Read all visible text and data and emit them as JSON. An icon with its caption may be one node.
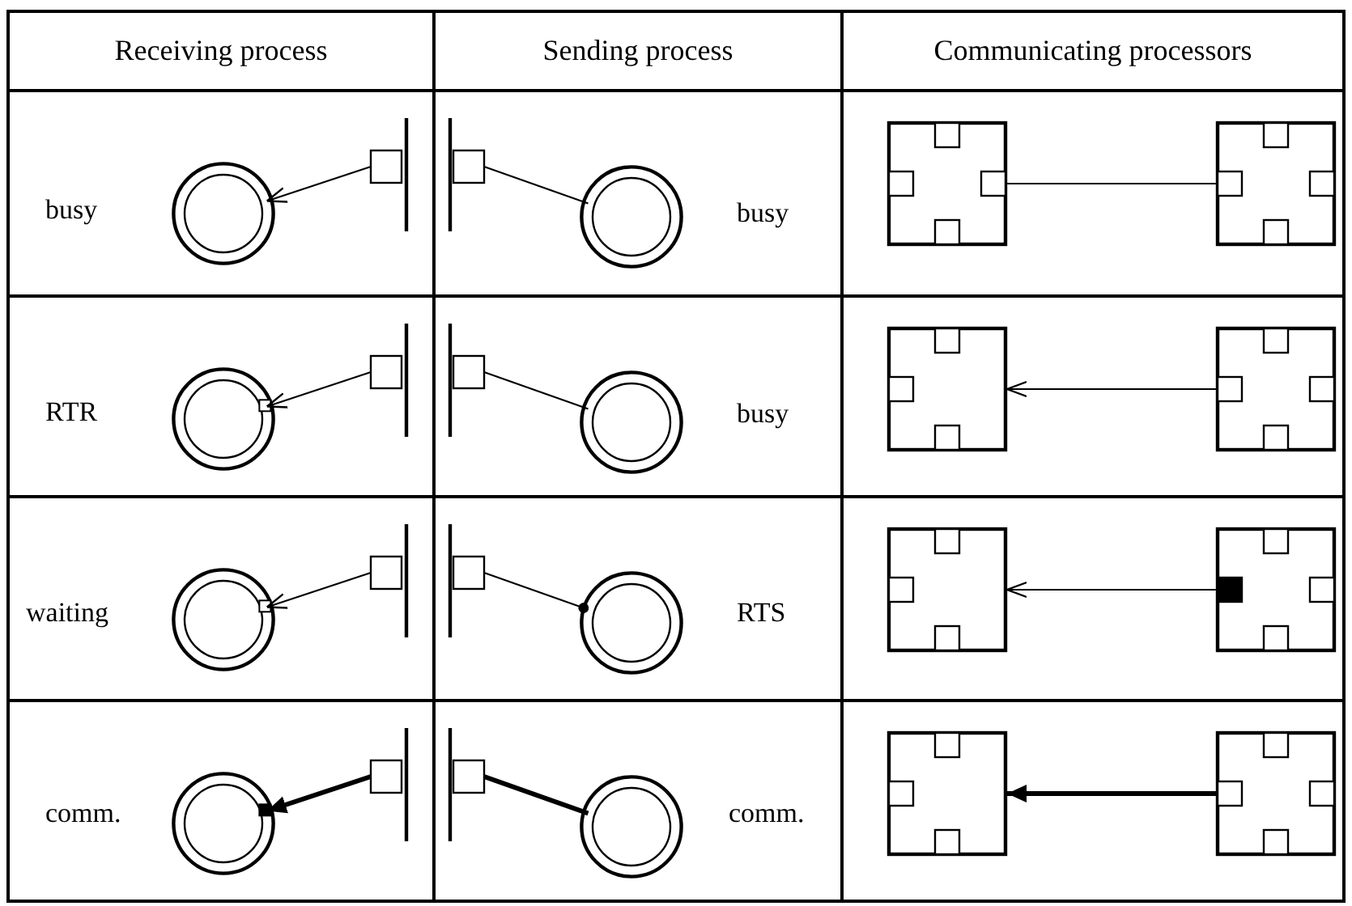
{
  "diagram": {
    "nodes": [
      {
        "text": [],
        "shape": "circle"
      },
      {
        "text": [],
        "shape": "bar"
      },
      {
        "text": [],
        "shape": "bar"
      },
      {
        "text": [],
        "shape": "circle"
      },
      {
        "text": [],
        "shape": "box"
      },
      {
        "text": [],
        "shape": "box"
      },
      {
        "text": [],
        "shape": "circle"
      },
      {
        "text": [],
        "shape": "bar"
      },
      {
        "text": [],
        "shape": "bar"
      },
      {
        "text": [],
        "shape": "circle"
      },
      {
        "text": [],
        "shape": "box"
      },
      {
        "text": [],
        "shape": "box"
      },
      {
        "text": [],
        "shape": "circle"
      },
      {
        "text": [],
        "shape": "bar"
      },
      {
        "text": [],
        "shape": "bar"
      },
      {
        "text": [],
        "shape": "circle"
      },
      {
        "text": [],
        "shape": "box"
      },
      {
        "text": [],
        "shape": "box"
      },
      {
        "text": [],
        "shape": "circle"
      },
      {
        "text": [],
        "shape": "bar"
      },
      {
        "text": [],
        "shape": "bar"
      },
      {
        "text": [],
        "shape": "circle"
      },
      {
        "text": [],
        "shape": "box"
      },
      {
        "text": [],
        "shape": "box"
      }
    ],
    "edges": [
      {
        "from": 1,
        "to": 0,
        "arrow": "to"
      },
      {
        "from": 2,
        "to": 3,
        "arrow": "none"
      },
      {
        "from": 5,
        "to": 4,
        "arrow": "none"
      },
      {
        "from": 7,
        "to": 6,
        "arrow": "to"
      },
      {
        "from": 8,
        "to": 9,
        "arrow": "none"
      },
      {
        "from": 11,
        "to": 10,
        "arrow": "to"
      },
      {
        "from": 13,
        "to": 12,
        "arrow": "to"
      },
      {
        "from": 14,
        "to": 15,
        "arrow": "other"
      },
      {
        "from": 17,
        "to": 16,
        "arrow": "to"
      },
      {
        "from": 19,
        "to": 18,
        "arrow": "to",
        "style": "thick"
      },
      {
        "from": 20,
        "to": 21,
        "arrow": "none",
        "style": "thick"
      },
      {
        "from": 23,
        "to": 22,
        "arrow": "to",
        "style": "thick"
      }
    ],
    "labels": [
      "Receiving process",
      "Sending process",
      "Communicating processors",
      "busy",
      "busy",
      "RTR",
      "busy",
      "waiting",
      "RTS",
      "comm.",
      "comm."
    ]
  }
}
